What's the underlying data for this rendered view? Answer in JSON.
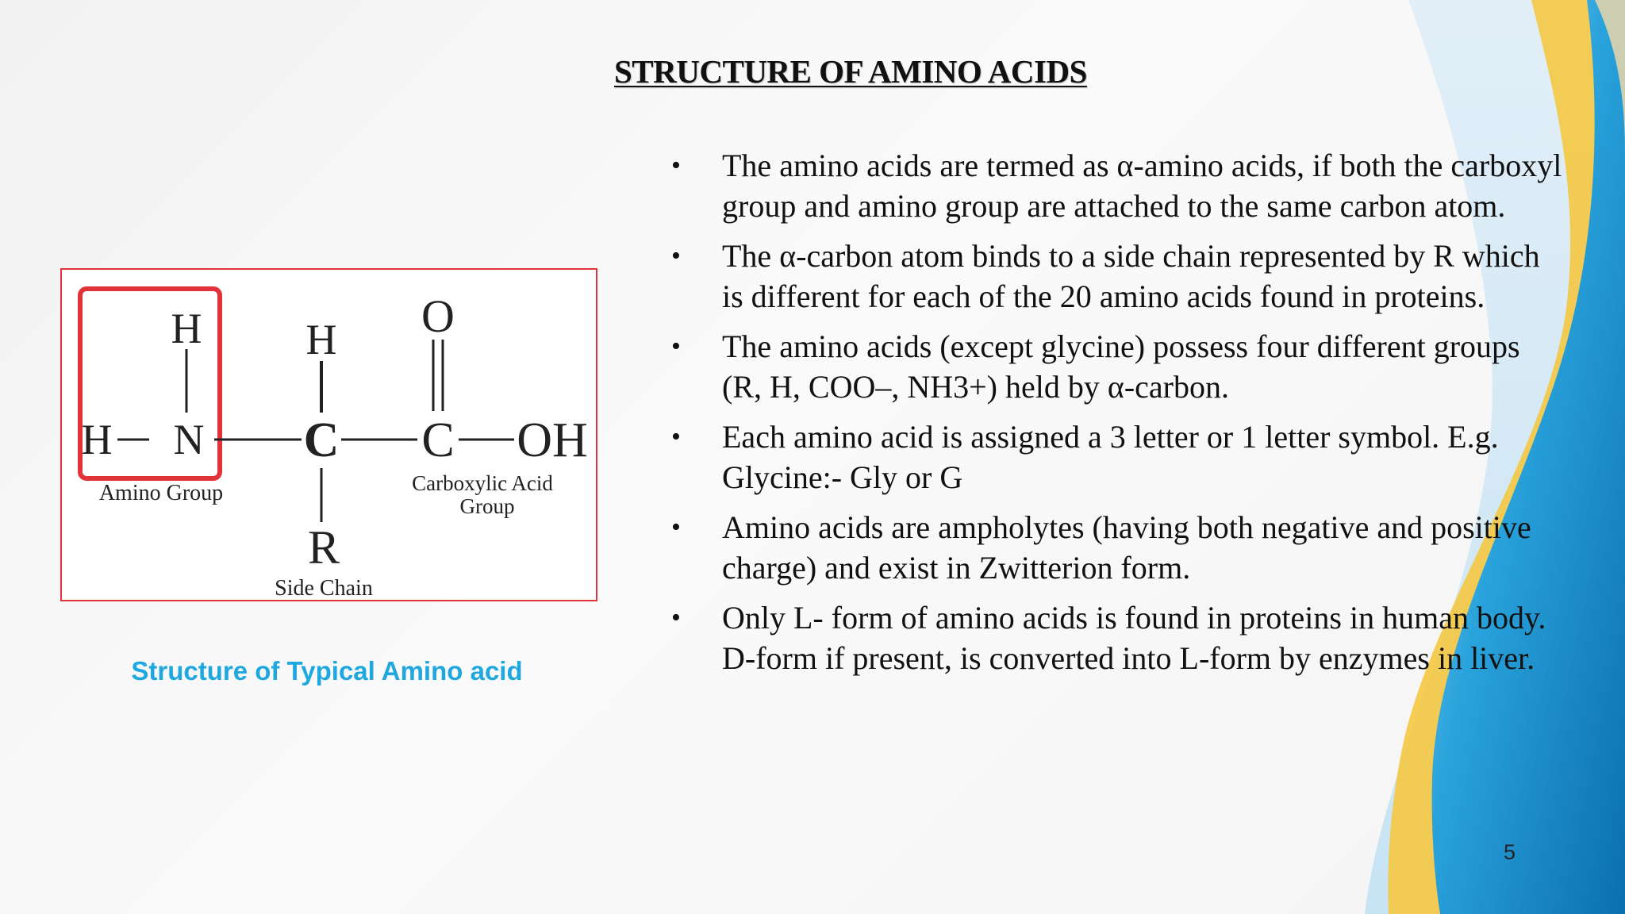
{
  "slide": {
    "title": "STRUCTURE OF AMINO ACIDS",
    "bullets": [
      "The amino acids are termed as α-amino acids, if both the carboxyl group and amino group are attached to the same carbon atom.",
      "The α-carbon atom binds to a side chain represented by R which is different for each of the 20 amino acids found in proteins.",
      "The amino acids (except glycine) possess four different groups (R, H, COO–, NH3+) held by α-carbon.",
      "Each amino acid is assigned a 3 letter or 1 letter symbol. E.g. Glycine:- Gly or G",
      "Amino acids are ampholytes (having both negative and positive charge) and exist in Zwitterion form.",
      "Only L- form of amino acids is found in proteins in human body. D-form if present, is converted into L-form by enzymes in liver."
    ],
    "figure_caption": "Structure of Typical Amino acid",
    "page_number": "5"
  },
  "diagram": {
    "atoms": {
      "amino_h_top": "H",
      "amino_h_left": "H",
      "amino_n": "N",
      "alpha_h": "H",
      "alpha_c": "C",
      "side_r": "R",
      "carbonyl_o": "O",
      "carboxyl_c": "C",
      "hydroxyl": "OH"
    },
    "labels": {
      "amino_group": "Amino Group",
      "side_chain": "Side Chain",
      "carboxylic_line1": "Carboxylic Acid",
      "carboxylic_line2": "Group"
    }
  },
  "colors": {
    "accent_blue": "#1fa8e0",
    "figure_border": "#e2333a",
    "wave_gold": "#f5c842",
    "wave_blue": "#1f8fd0"
  }
}
